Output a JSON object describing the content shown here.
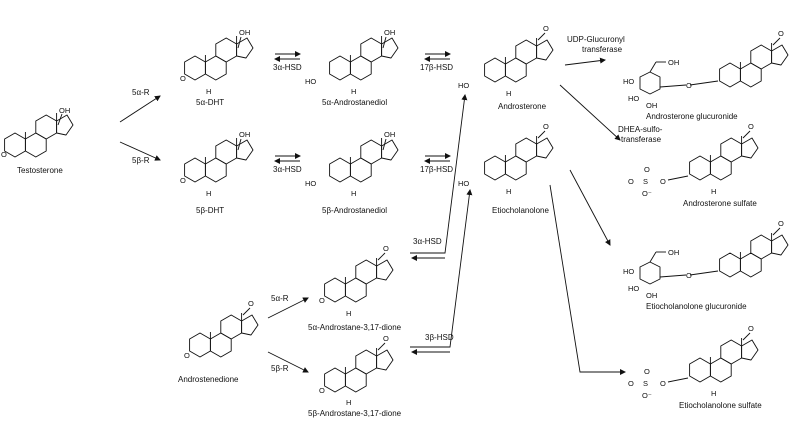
{
  "compounds": {
    "testosterone": "Testosterone",
    "dht_5a": "5α-DHT",
    "dht_5b": "5β-DHT",
    "androstanediol_5a": "5α-Androstanediol",
    "androstanediol_5b": "5β-Androstanediol",
    "androsterone": "Androsterone",
    "etiocholanolone": "Etiocholanolone",
    "androstanedione_5a": "5α-Androstane-3,17-dione",
    "androstanedione_5b": "5β-Androstane-3,17-dione",
    "androstenedione": "Androstenedione",
    "androsterone_glucuronide": "Androsterone glucuronide",
    "androsterone_sulfate": "Androsterone sulfate",
    "etiocholanolone_glucuronide": "Etiocholanolone glucuronide",
    "etiocholanolone_sulfate": "Etiocholanolone sulfate"
  },
  "enzymes": {
    "r5a_top": "5α-R",
    "r5b_top": "5β-R",
    "hsd3a_top": "3α-HSD",
    "hsd17b_top": "17β-HSD",
    "hsd3a_mid": "3α-HSD",
    "hsd17b_mid": "17β-HSD",
    "hsd3a_lower": "3α-HSD",
    "r5a_bottom": "5α-R",
    "r5b_bottom": "5β-R",
    "hsd3b_bottom": "3β-HSD",
    "ugt_line1": "UDP-Glucuronyl",
    "ugt_line2": "transferase",
    "sult_line1": "DHEA-sulfo-",
    "sult_line2": "transferase"
  },
  "atoms": {
    "oh": "OH",
    "ho": "HO",
    "o": "O",
    "h": "H",
    "s": "S",
    "o_minus": "O⁻"
  }
}
